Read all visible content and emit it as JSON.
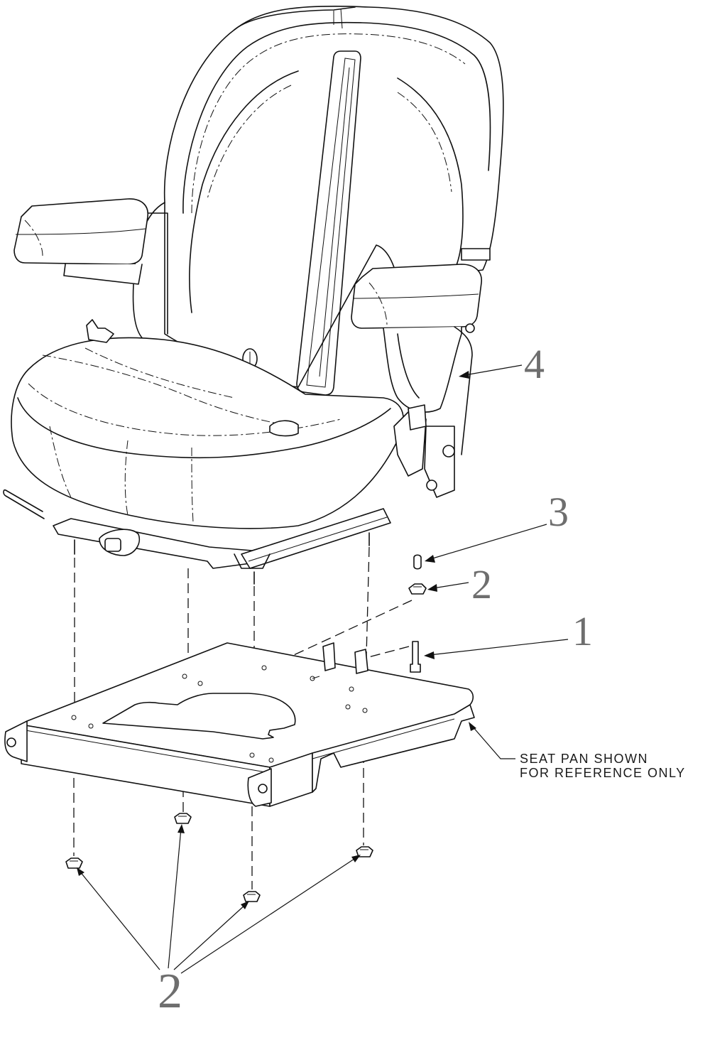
{
  "callouts": {
    "item_4": "4",
    "item_3": "3",
    "item_2_upper": "2",
    "item_1": "1",
    "item_2_lower": "2"
  },
  "note": {
    "line1": "SEAT PAN SHOWN",
    "line2": "FOR REFERENCE ONLY"
  },
  "colors": {
    "line": "#111111",
    "callout_text": "#6e6e6e",
    "background": "#ffffff"
  }
}
